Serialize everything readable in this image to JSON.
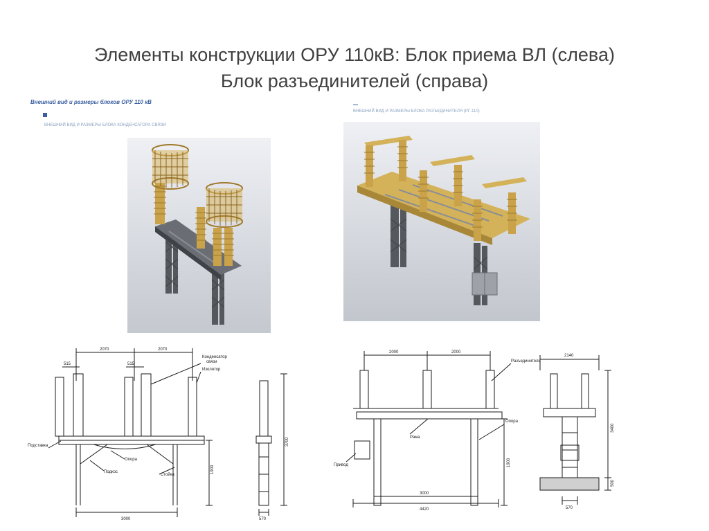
{
  "slide": {
    "title_line1": "Элементы конструкции ОРУ 110кВ: Блок приема ВЛ (слева)",
    "title_line2": "Блок разъединителей (справа)"
  },
  "left_block": {
    "header": "Внешний вид и размеры блоков ОРУ 110 кВ",
    "subheader": "ВНЕШНИЙ ВИД И РАЗМЕРЫ БЛОКА КОНДЕНСАТОРА СВЯЗИ",
    "drawing": {
      "dim_top_1": "2070",
      "dim_top_2": "2070",
      "dim_small_1": "515",
      "dim_small_2": "515",
      "dim_bottom": "3000",
      "dim_height_1": "1900",
      "dim_height_2": "3700",
      "dim_side_width": "570",
      "label_capacitor_1": "Конденсатор",
      "label_capacitor_2": "связи",
      "label_insulator": "Изолятор",
      "label_podstavka": "Подставка",
      "label_opora": "Опора",
      "label_podkos": "Подкос",
      "label_stoyka": "Стойка"
    }
  },
  "right_block": {
    "header": "ВНЕШНИЙ ВИД И РАЗМЕРЫ БЛОКА РАЗЪЕДИНИТЕЛЯ (РГ-110)",
    "drawing": {
      "dim_top_1": "2000",
      "dim_top_2": "2000",
      "dim_inner": "3000",
      "dim_outer": "4420",
      "dim_height_1": "1900",
      "dim_height_2": "3400",
      "dim_base": "500",
      "dim_side_top": "2140",
      "dim_side_width": "570",
      "label_razedinitel": "Разъединитель",
      "label_opora": "Опора",
      "label_rama": "Рама",
      "label_privod": "Привод"
    }
  },
  "colors": {
    "title": "#404040",
    "blue_header": "#3a5fa0",
    "porcelain": "#c9a24a",
    "steel": "#55595e",
    "drawing_line": "#1a1a1a"
  }
}
